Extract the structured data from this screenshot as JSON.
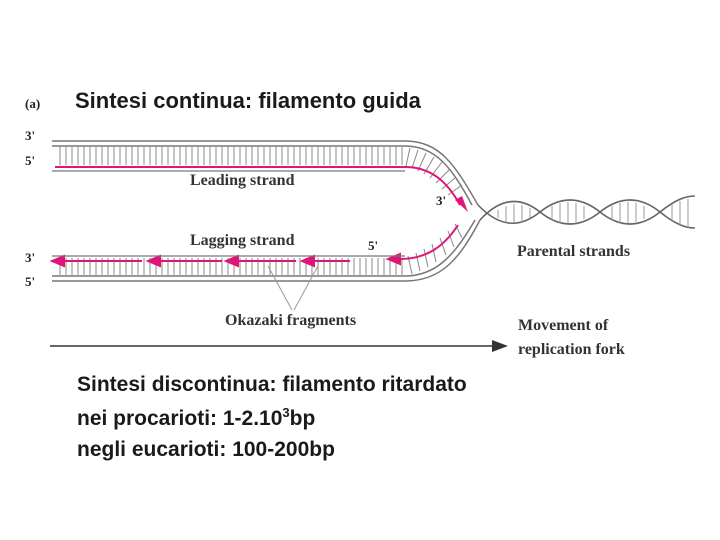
{
  "panel_label": "(a)",
  "title": "Sintesi continua: filamento guida",
  "ends": {
    "top_3": "3'",
    "top_5": "5'",
    "bottom_3": "3'",
    "bottom_5": "5'",
    "leading_3": "3'",
    "lagging_5": "5'"
  },
  "labels": {
    "leading": "Leading strand",
    "lagging": "Lagging strand",
    "parental": "Parental strands",
    "okazaki": "Okazaki fragments",
    "movement_line1": "Movement of",
    "movement_line2": "replication fork"
  },
  "bottom": {
    "line1": "Sintesi discontinua: filamento ritardato",
    "line2_prefix": "nei procarioti: 1-2.10",
    "line2_sup": "3",
    "line2_suffix": "bp",
    "line3": "negli eucarioti: 100-200bp"
  },
  "colors": {
    "new_strand": "#e0157a",
    "template": "#555555",
    "text": "#1a1a1a"
  }
}
